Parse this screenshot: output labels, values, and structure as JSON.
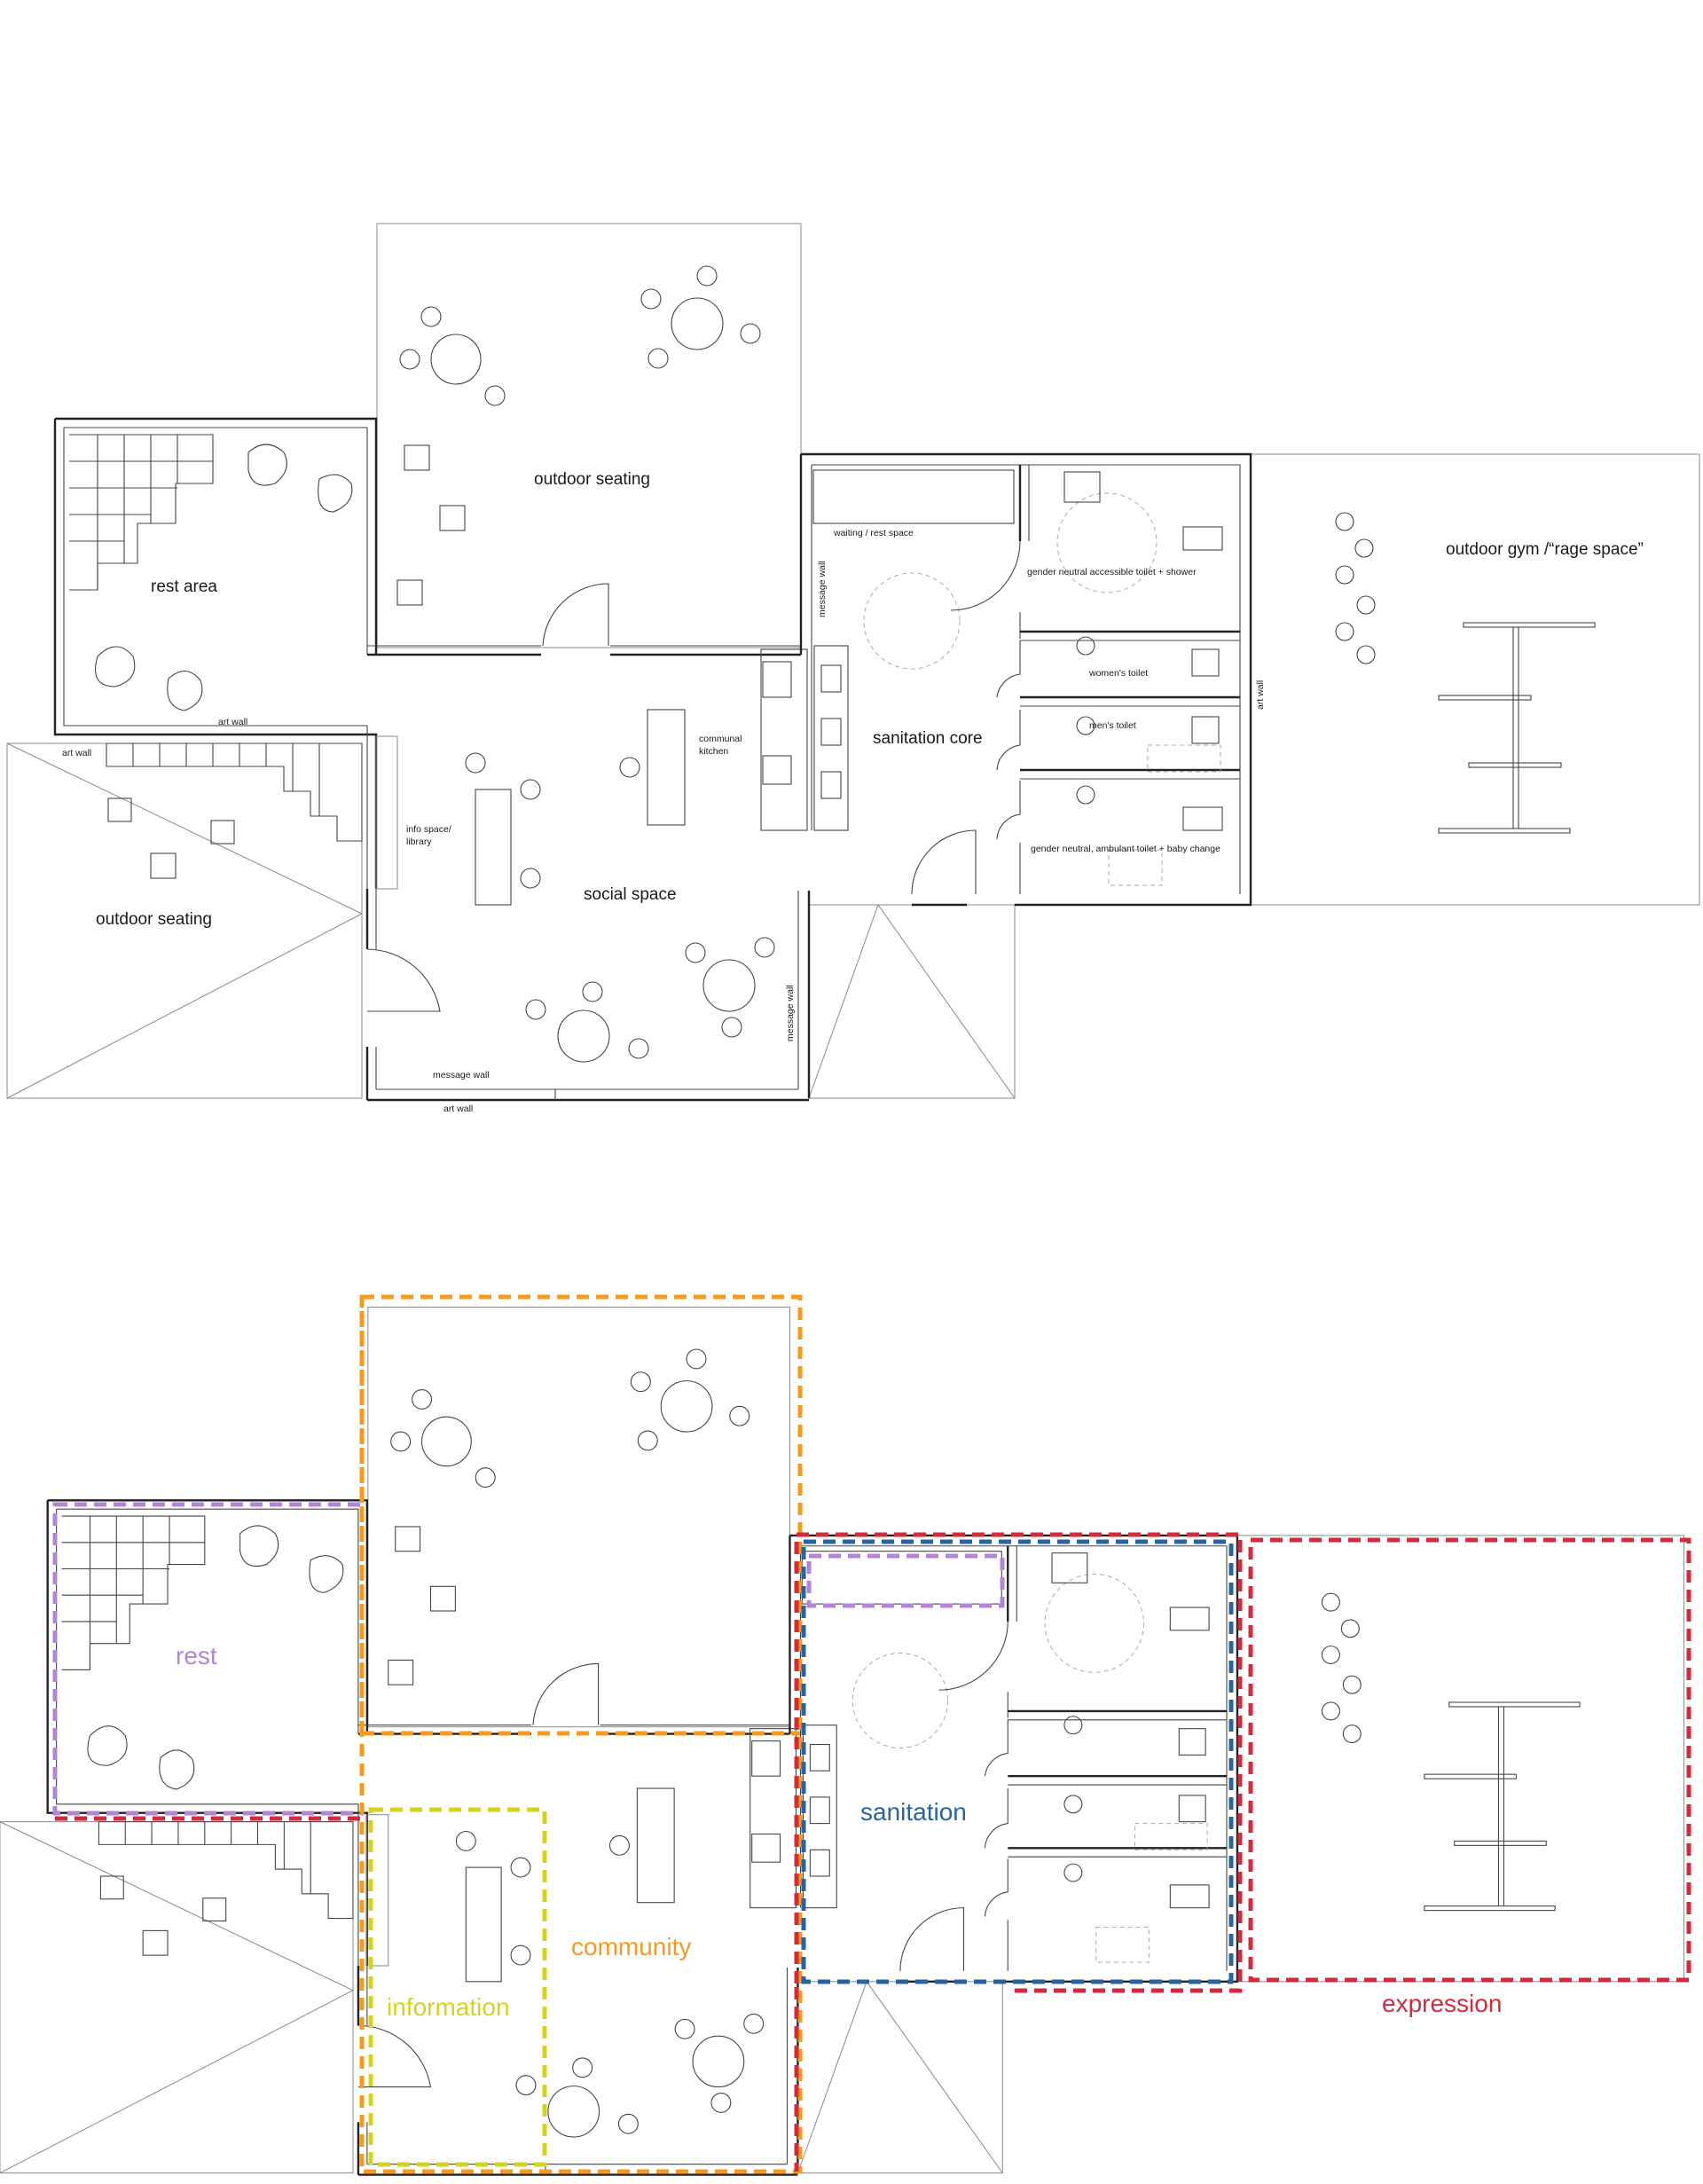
{
  "plan_top": {
    "outdoor_seating_north": "outdoor seating",
    "rest_area": "rest area",
    "outdoor_seating_west": "outdoor seating",
    "social_space": "social space",
    "sanitation_core": "sanitation core",
    "outdoor_gym": "outdoor gym /“rage space”",
    "art_wall_inner": "art wall",
    "art_wall_outer": "art wall",
    "art_wall_south": "art wall",
    "art_wall_east": "art wall",
    "message_wall_south": "message wall",
    "message_wall_east": "message wall",
    "message_wall_core": "message wall",
    "info_space_1": "info space/",
    "info_space_2": "library",
    "communal_kitchen_1": "communal",
    "communal_kitchen_2": "kitchen",
    "waiting_rest": "waiting / rest space",
    "accessible_toilet": "gender neutral accessible toilet + shower",
    "womens_toilet": "women's toilet",
    "mens_toilet": "men's toilet",
    "ambulant_toilet": "gender neutral, ambulant toilet + baby change"
  },
  "zones": {
    "rest": {
      "label": "rest",
      "color": "#b383d6"
    },
    "community": {
      "label": "community",
      "color": "#f59a1b"
    },
    "information": {
      "label": "information",
      "color": "#d4d41c"
    },
    "sanitation": {
      "label": "sanitation",
      "color": "#2a64a0"
    },
    "expression": {
      "label": "expression",
      "color": "#d42b3c"
    }
  }
}
